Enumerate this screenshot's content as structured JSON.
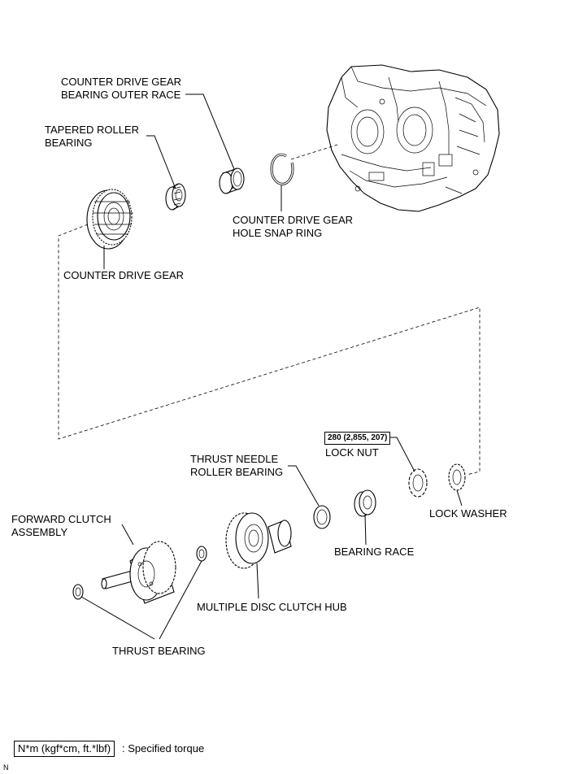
{
  "labels": {
    "counter_drive_gear_bearing_outer_race": [
      "COUNTER DRIVE GEAR",
      "BEARING OUTER RACE"
    ],
    "tapered_roller_bearing": [
      "TAPERED ROLLER",
      "BEARING"
    ],
    "counter_drive_gear_hole_snap_ring": [
      "COUNTER DRIVE GEAR",
      "HOLE SNAP RING"
    ],
    "counter_drive_gear": "COUNTER DRIVE GEAR",
    "lock_nut": "LOCK NUT",
    "lock_washer": "LOCK WASHER",
    "thrust_needle_roller_bearing": [
      "THRUST NEEDLE",
      "ROLLER BEARING"
    ],
    "bearing_race": "BEARING RACE",
    "forward_clutch_assembly": [
      "FORWARD CLUTCH",
      "ASSEMBLY"
    ],
    "multiple_disc_clutch_hub": "MULTIPLE DISC CLUTCH HUB",
    "thrust_bearing": "THRUST BEARING"
  },
  "torque": {
    "lock_nut": "280 (2,855, 207)"
  },
  "legend": {
    "unit": "N*m (kgf*cm, ft.*lbf)",
    "description": ": Specified torque"
  },
  "corner_mark": "N"
}
